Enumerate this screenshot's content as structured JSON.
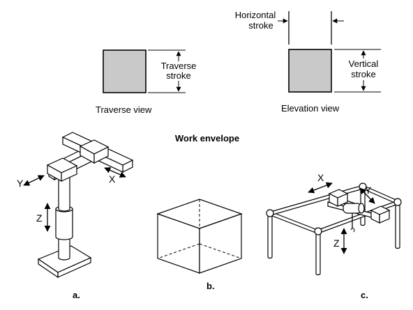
{
  "traverse": {
    "stroke_label_1": "Traverse",
    "stroke_label_2": "stroke",
    "view_label": "Traverse view"
  },
  "elevation": {
    "horizontal_label_1": "Horizontal",
    "horizontal_label_2": "stroke",
    "vertical_label_1": "Vertical",
    "vertical_label_2": "stroke",
    "view_label": "Elevation view"
  },
  "title": "Work envelope",
  "robot_a": {
    "axis_x": "X",
    "axis_y": "Y",
    "axis_z": "Z",
    "caption": "a."
  },
  "robot_b": {
    "caption": "b."
  },
  "robot_c": {
    "axis_x": "X",
    "axis_y": "Y",
    "axis_z": "Z",
    "caption": "c."
  },
  "colors": {
    "shade": "#c9c9c9",
    "ink": "#000000"
  }
}
